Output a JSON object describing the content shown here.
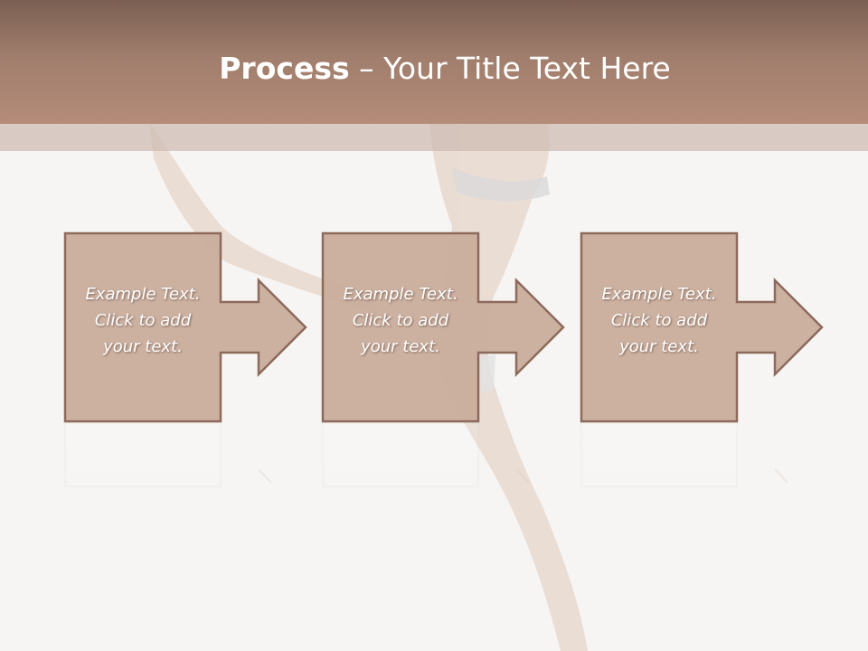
{
  "slide": {
    "title_bold": "Process",
    "title_rest": " – Your Title Text Here"
  },
  "steps": [
    {
      "lines": [
        "Example Text.",
        "Click  to add",
        "your text."
      ]
    },
    {
      "lines": [
        "Example Text.",
        "Click  to add",
        "your text."
      ]
    },
    {
      "lines": [
        "Example Text.",
        "Click  to add",
        "your text."
      ]
    }
  ],
  "colors": {
    "header": "#a07d6c",
    "box_fill": "#c8aa9a",
    "box_stroke": "#8d6a5c",
    "text": "#ffffff"
  }
}
